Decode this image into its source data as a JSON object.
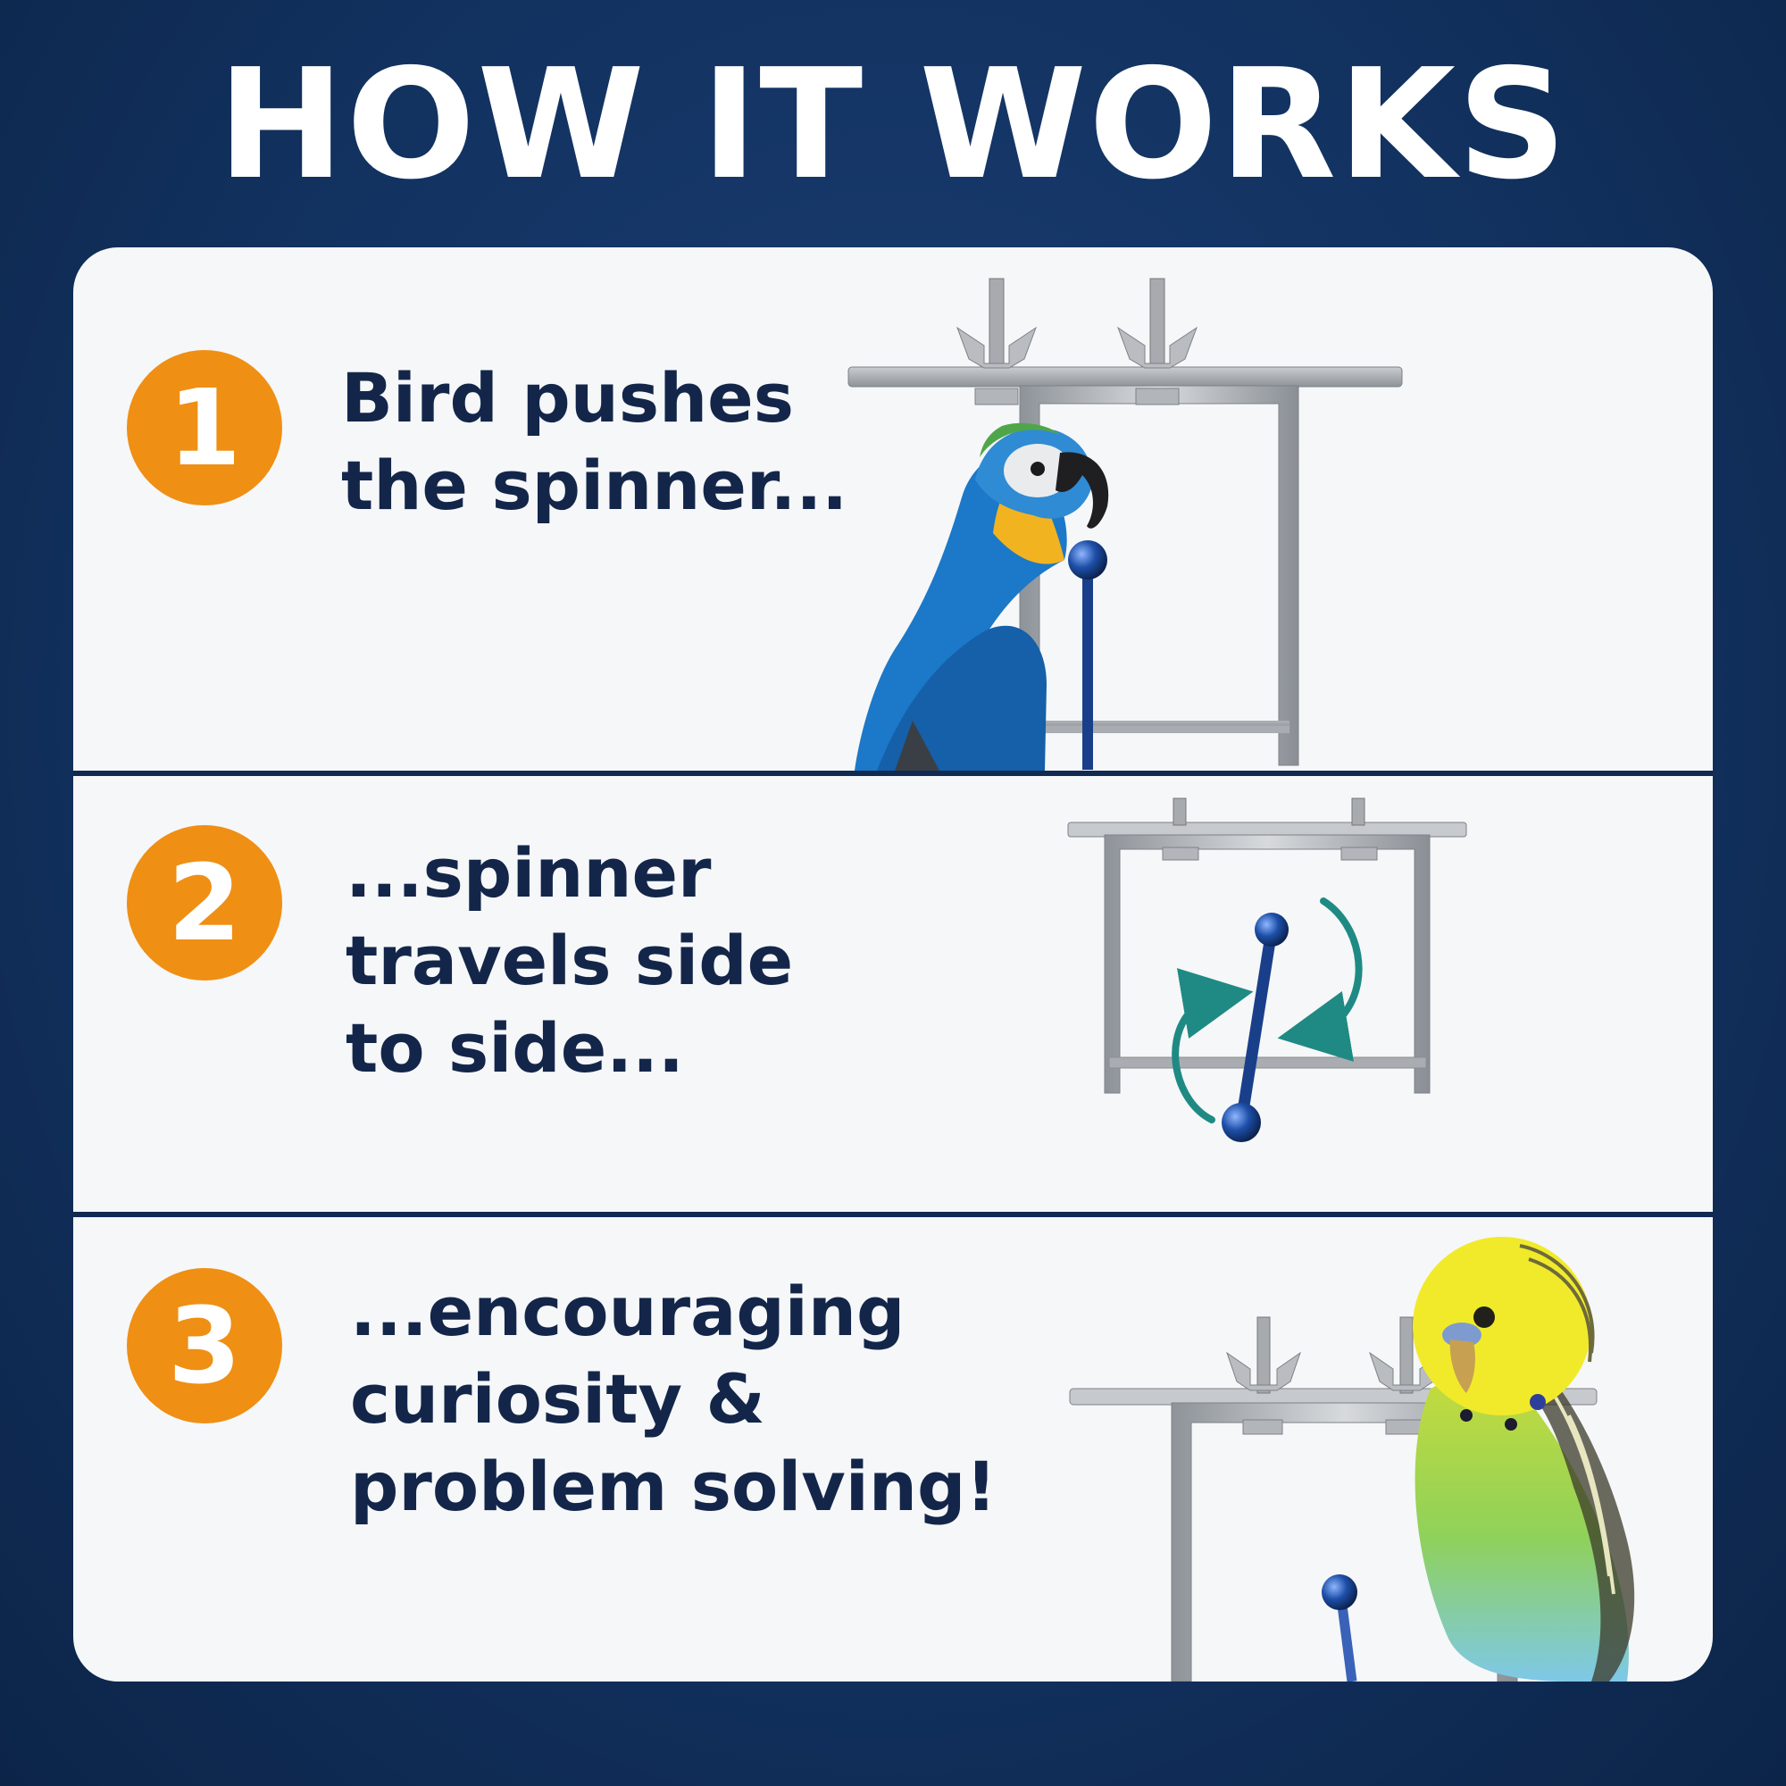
{
  "title": "HOW IT WORKS",
  "steps": [
    {
      "number": "1",
      "lines": [
        "Bird pushes",
        "the spinner..."
      ]
    },
    {
      "number": "2",
      "lines": [
        "...spinner",
        "travels side",
        "to side..."
      ]
    },
    {
      "number": "3",
      "lines": [
        "...encouraging",
        "curiosity &",
        "problem solving!"
      ]
    }
  ],
  "colors": {
    "background": "#123260",
    "badge": "#ef8f14",
    "text": "#13264a",
    "arrow": "#1f8a84",
    "spinner": "#1d4fa8"
  }
}
